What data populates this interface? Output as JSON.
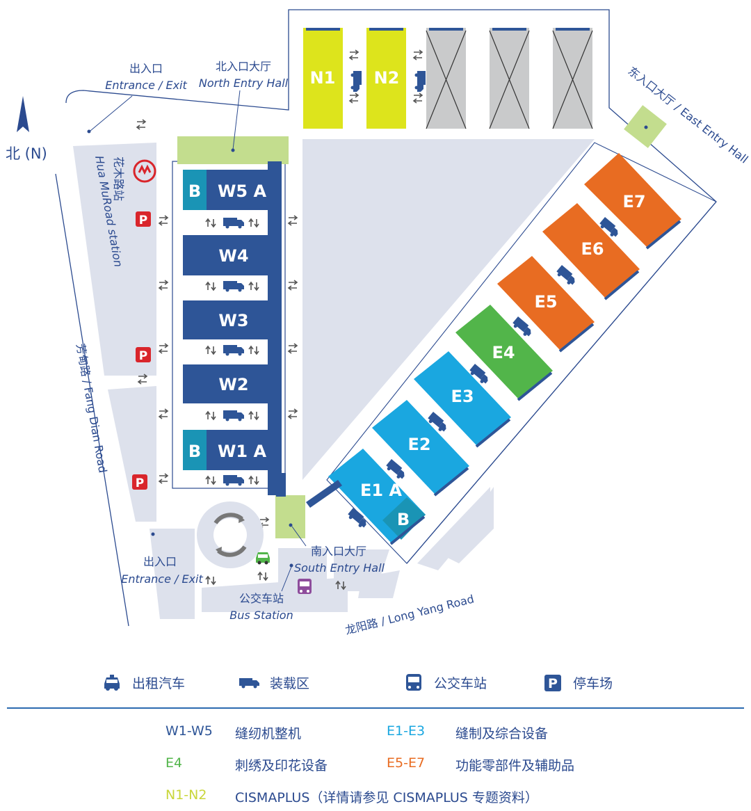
{
  "colors": {
    "west_hall": "#2e5597",
    "west_hall_b": "#1a94b5",
    "east_e1_e3": "#1aa7e0",
    "east_e4": "#52b54a",
    "east_e5_e7": "#e86c22",
    "north_n": "#dde41c",
    "closed_hall": "#c9cacb",
    "entry_hall": "#c3dd8e",
    "ground": "#dde1ec",
    "road_line": "#2b4a8f",
    "parking": "#d9252b",
    "text": "#2b4a8f"
  },
  "compass": {
    "label": "北 (N)"
  },
  "halls": {
    "west": [
      {
        "name": "W5 A",
        "badge": "B"
      },
      {
        "name": "W4"
      },
      {
        "name": "W3"
      },
      {
        "name": "W2"
      },
      {
        "name": "W1 A",
        "badge": "B"
      }
    ],
    "north": [
      "N1",
      "N2"
    ],
    "east": [
      {
        "name": "E1 A",
        "badge": "B"
      },
      {
        "name": "E2"
      },
      {
        "name": "E3"
      },
      {
        "name": "E4"
      },
      {
        "name": "E5"
      },
      {
        "name": "E6"
      },
      {
        "name": "E7"
      }
    ]
  },
  "labels": {
    "exit_top_cn": "出入口",
    "exit_top_en": "Entrance / Exit",
    "north_hall_cn": "北入口大厅",
    "north_hall_en": "North Entry Hall",
    "east_hall": "东入口大厅 / East Entry Hall",
    "metro_cn": "花木路站",
    "metro_en": "Hua MuRoad station",
    "fang_dian": "芳甸路 / Fang Dian Road",
    "exit_bottom_cn": "出入口",
    "exit_bottom_en": "Entrance / Exit",
    "south_hall_cn": "南入口大厅",
    "south_hall_en": "South Entry Hall",
    "bus_cn": "公交车站",
    "bus_en": "Bus Station",
    "long_yang": "龙阳路 / Long Yang Road",
    "parking_letter": "P"
  },
  "legend": {
    "icons": [
      {
        "icon": "taxi-icon",
        "label": "出租汽车"
      },
      {
        "icon": "truck-icon",
        "label": "装载区"
      },
      {
        "icon": "bus-icon",
        "label": "公交车站"
      },
      {
        "icon": "parking-icon",
        "label": "停车场"
      }
    ],
    "zones": [
      {
        "code": "W1-W5",
        "desc": "缝纫机整机",
        "color": "#2e5597"
      },
      {
        "code": "E1-E3",
        "desc": "缝制及综合设备",
        "color": "#1aa7e0"
      },
      {
        "code": "E4",
        "desc": "刺绣及印花设备",
        "color": "#52b54a"
      },
      {
        "code": "E5-E7",
        "desc": "功能零部件及辅助品",
        "color": "#e86c22"
      },
      {
        "code": "N1-N2",
        "desc": "CISMAPLUS（详情请参见 CISMAPLUS 专题资料）",
        "color": "#c9d63a"
      }
    ]
  }
}
